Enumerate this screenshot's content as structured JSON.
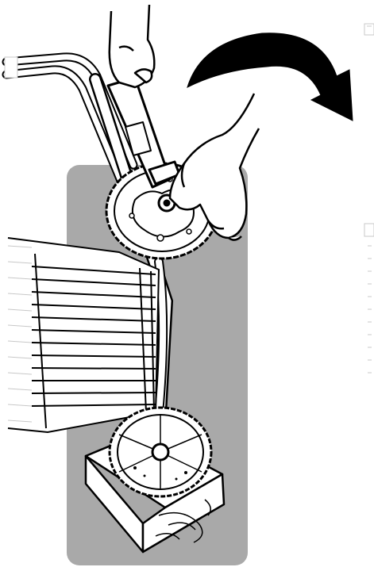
{
  "figure": {
    "kind": "line-art assembly illustration",
    "colors": {
      "background": "#ffffff",
      "panel": "#a9a9a9",
      "ink": "#000000",
      "paper": "#ffffff",
      "faint": "#c8c8c8"
    },
    "icons": [
      "rotation-arrow-icon",
      "hammer",
      "hand",
      "wheel",
      "shopping-cart-frame",
      "wooden-block"
    ]
  }
}
